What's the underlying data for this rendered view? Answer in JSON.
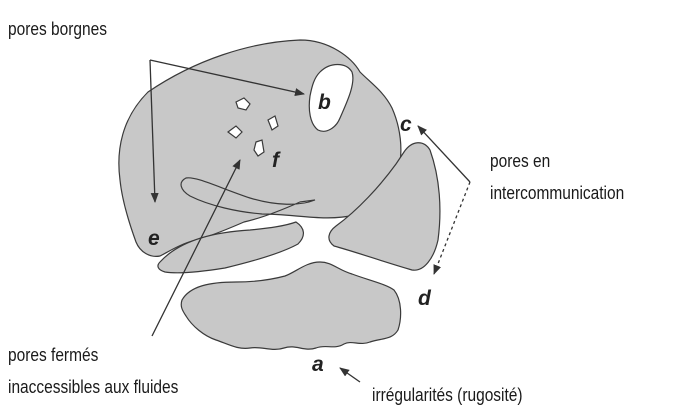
{
  "colors": {
    "grain_fill": "#c8c8c8",
    "outline": "#3a3a3a",
    "text": "#1a1a1a",
    "background": "#ffffff"
  },
  "labels": {
    "blind_pores": "pores borgnes",
    "interconnected_line1": "pores en",
    "interconnected_line2": "intercommunication",
    "closed_line1": "pores fermés",
    "closed_line2": "inaccessibles aux fluides",
    "roughness": "irrégularités (rugosité)"
  },
  "letters": {
    "a": "a",
    "b": "b",
    "c": "c",
    "d": "d",
    "e": "e",
    "f": "f"
  }
}
